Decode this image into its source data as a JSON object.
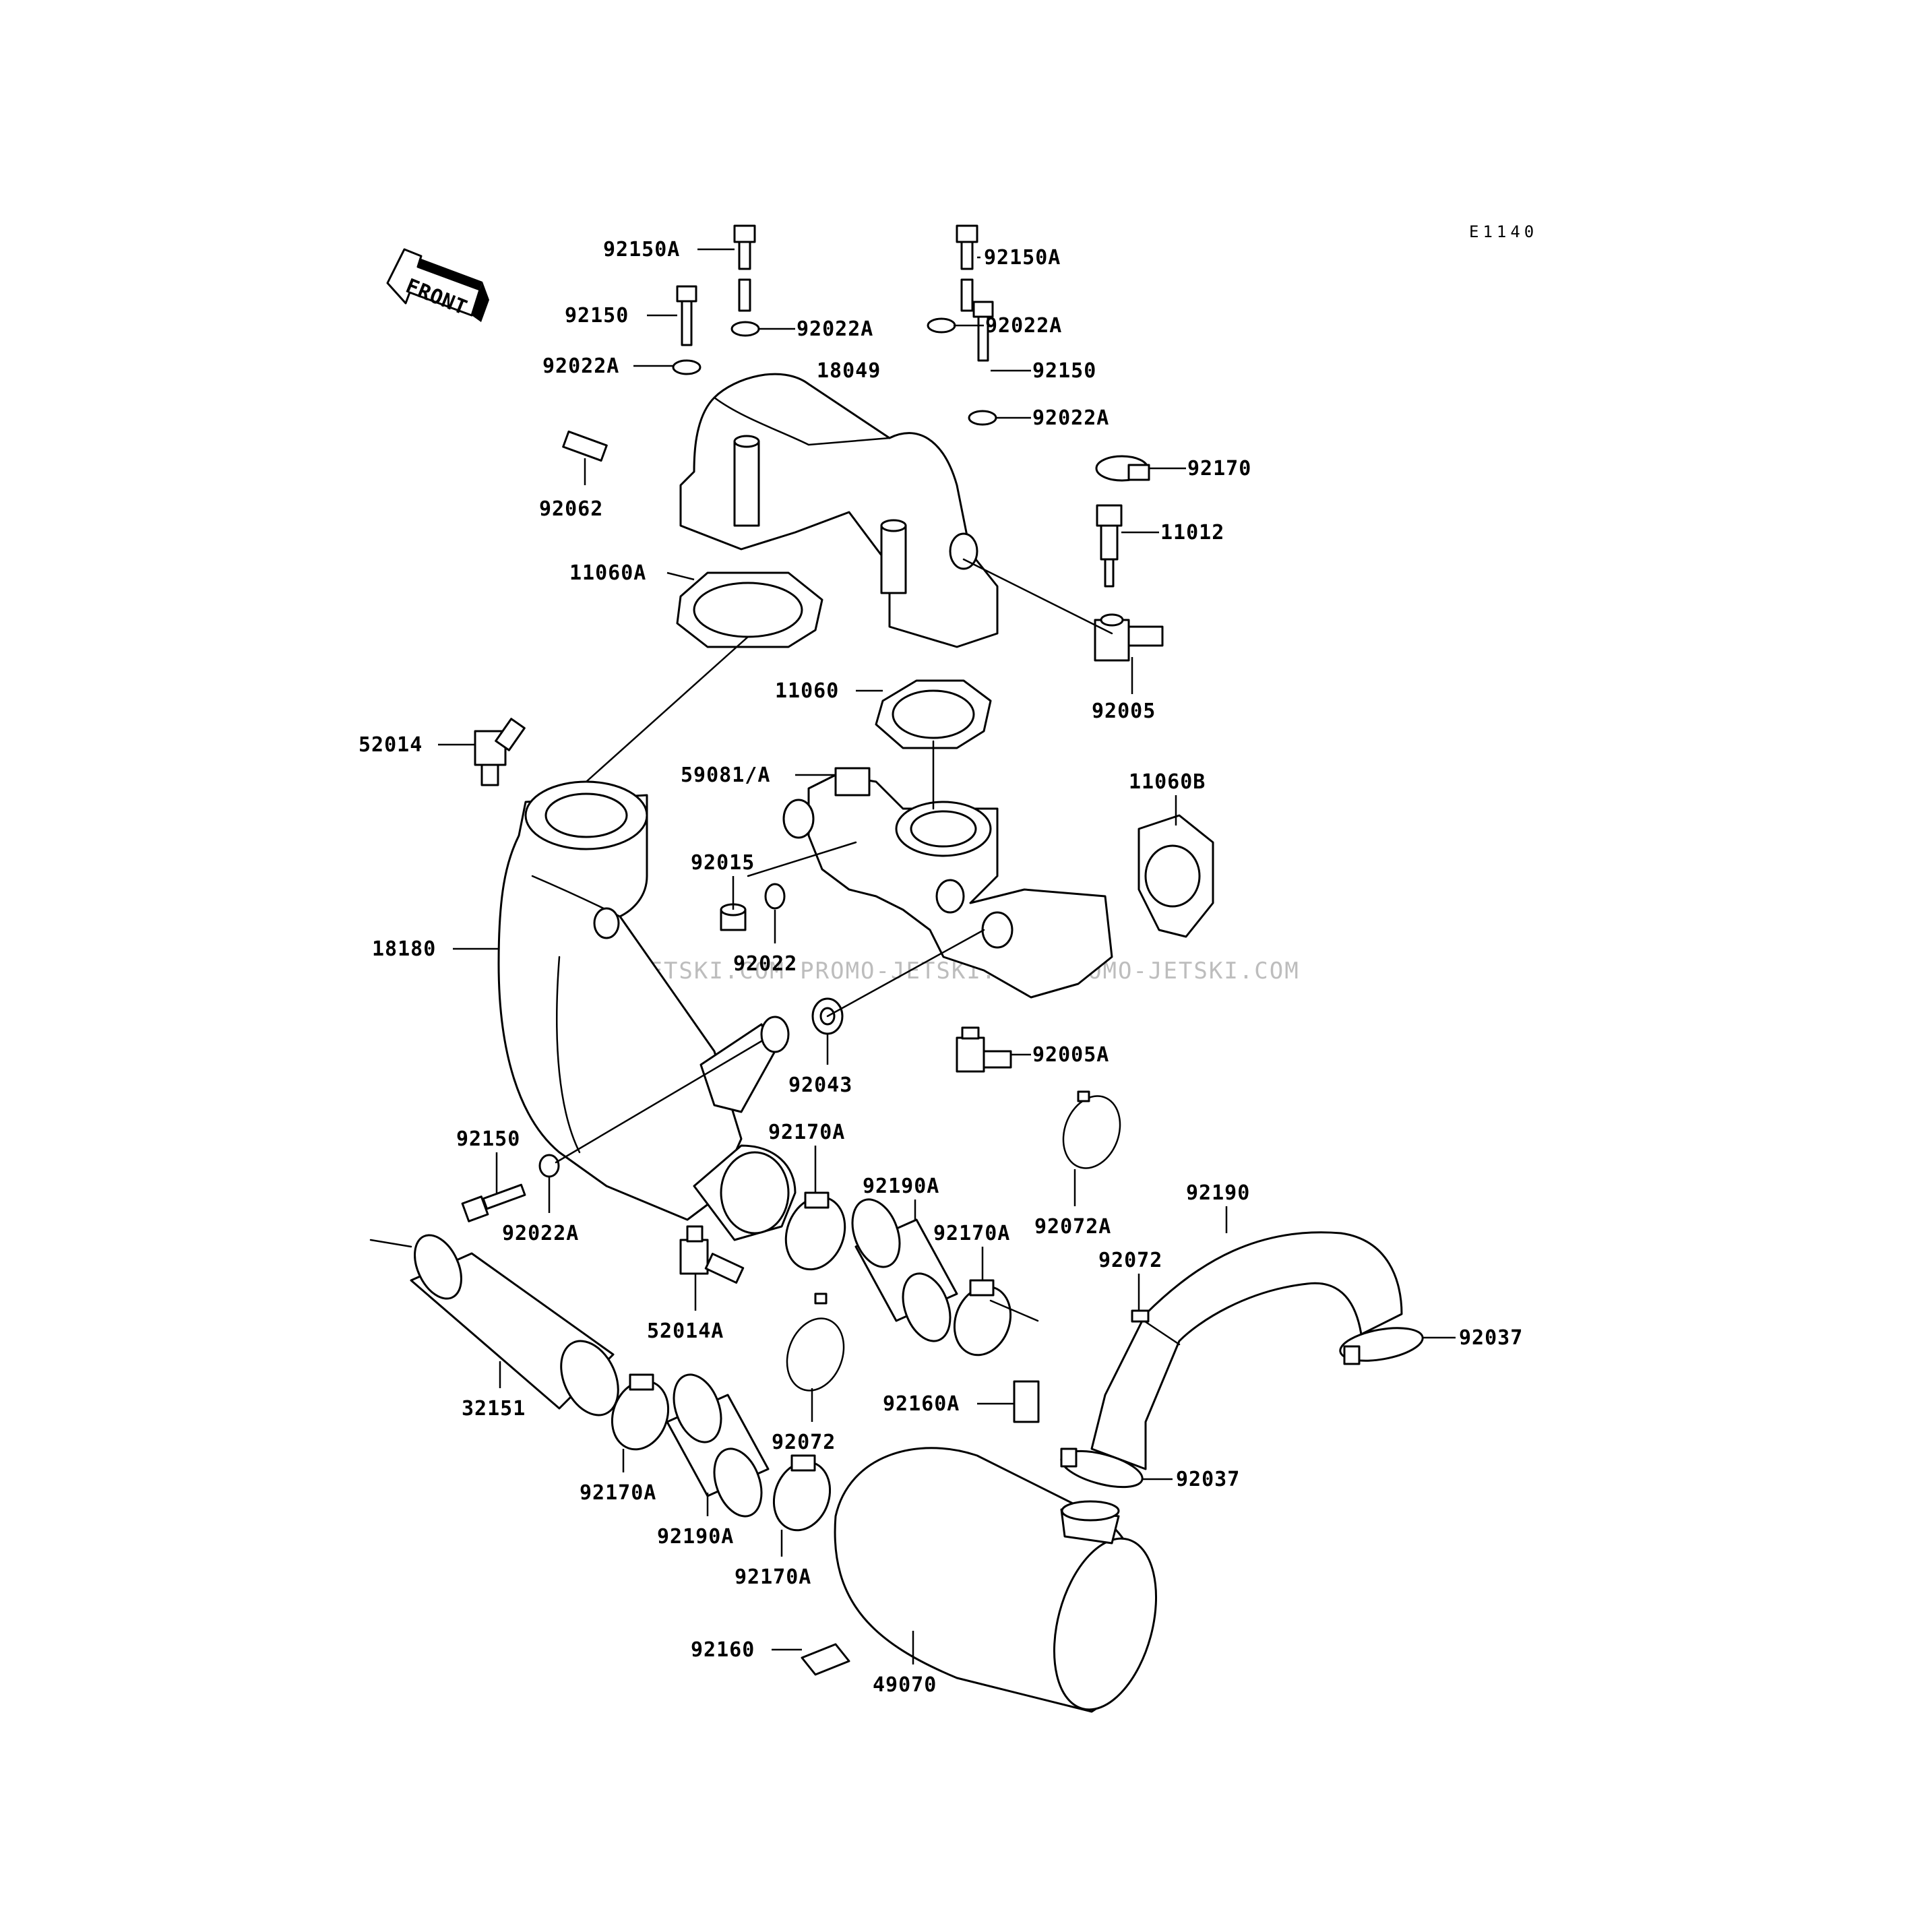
{
  "diagram_code": "E1140",
  "front_label": "FRONT",
  "watermark": "JETSKI.COM PROMO-JETSKI.COM PROMO-JETSKI.COM",
  "callouts": {
    "c92150A_1": "92150A",
    "c92150A_2": "92150A",
    "c92150_1": "92150",
    "c92022A_1": "92022A",
    "c92022A_2": "92022A",
    "c92022A_3": "92022A",
    "c18049": "18049",
    "c92150_2": "92150",
    "c92022A_4": "92022A",
    "c92062": "92062",
    "c92170": "92170",
    "c11012": "11012",
    "c11060A": "11060A",
    "c92005": "92005",
    "c11060": "11060",
    "c52014": "52014",
    "c59081A": "59081/A",
    "c11060B": "11060B",
    "c92015": "92015",
    "c18180": "18180",
    "c92022": "92022",
    "c92043": "92043",
    "c92005A": "92005A",
    "c92150_3": "92150",
    "c92170A_1": "92170A",
    "c92022A_5": "92022A",
    "c92190A_1": "92190A",
    "c92170A_2": "92170A",
    "c92072A": "92072A",
    "c92190": "92190",
    "c92072_1": "92072",
    "c52014A": "52014A",
    "c92037_1": "92037",
    "c32151": "32151",
    "c92072_2": "92072",
    "c92160A": "92160A",
    "c92170A_3": "92170A",
    "c92190A_2": "92190A",
    "c92037_2": "92037",
    "c92170A_4": "92170A",
    "c92160": "92160",
    "c49070": "49070"
  }
}
